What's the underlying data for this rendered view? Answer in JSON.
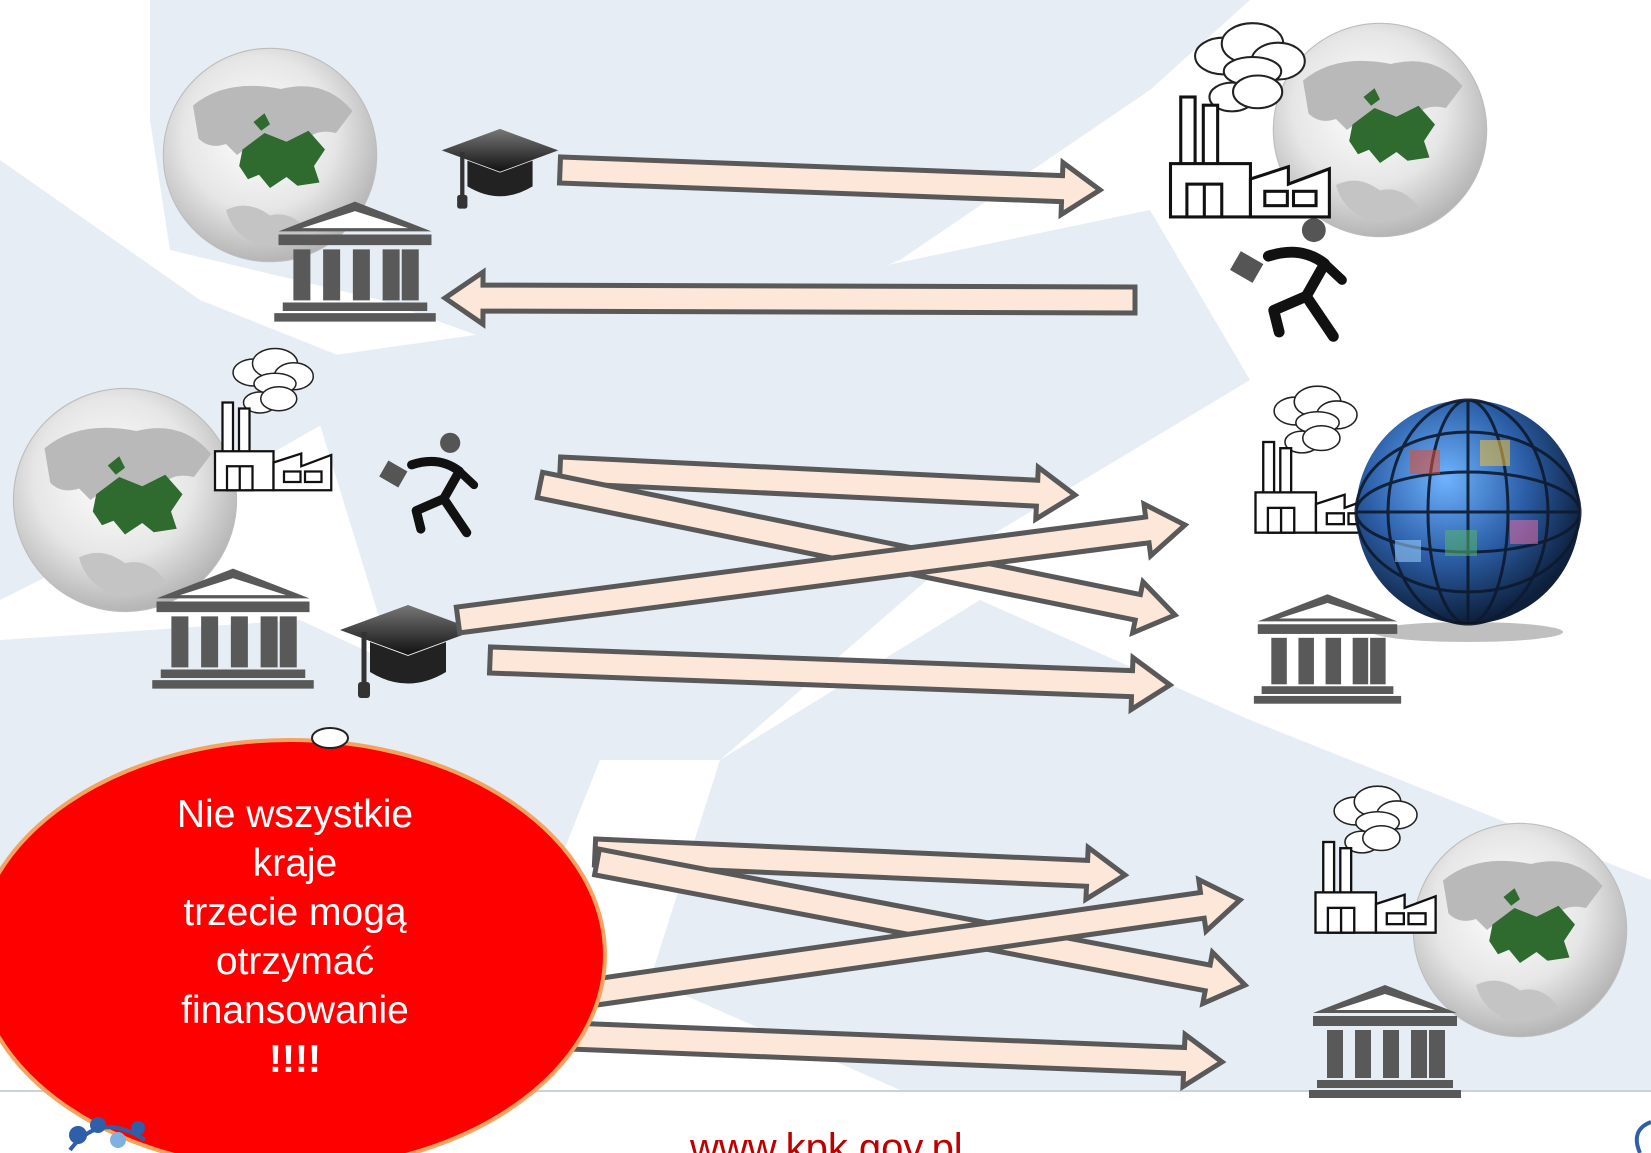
{
  "callout": {
    "lines": [
      "Nie wszystkie kraje",
      "trzecie mogą",
      "otrzymać",
      "finansowanie"
    ],
    "emphasis": "!!!!",
    "fill_color": "#ff0000",
    "border_color": "#f4a460"
  },
  "footer": {
    "text": "www.kpk.gov.pl"
  },
  "colors": {
    "background_shape": "#e8eef5",
    "arrow_fill": "#fde7d9",
    "arrow_stroke": "#595959",
    "building": "#595959",
    "europe_land": "#2f6b2f"
  },
  "rows": [
    {
      "left": [
        "globe-europe-icon",
        "university-icon",
        "graduation-cap-icon"
      ],
      "right": [
        "factory-icon",
        "globe-europe-icon",
        "running-person-icon"
      ]
    },
    {
      "left": [
        "globe-europe-icon",
        "factory-icon",
        "running-person-icon",
        "university-icon",
        "graduation-cap-icon"
      ],
      "right": [
        "factory-icon",
        "photo-globe-icon",
        "university-icon"
      ]
    },
    {
      "left": [
        "globe-europe-icon"
      ],
      "right": [
        "factory-icon",
        "university-icon",
        "globe-europe-icon"
      ]
    }
  ]
}
